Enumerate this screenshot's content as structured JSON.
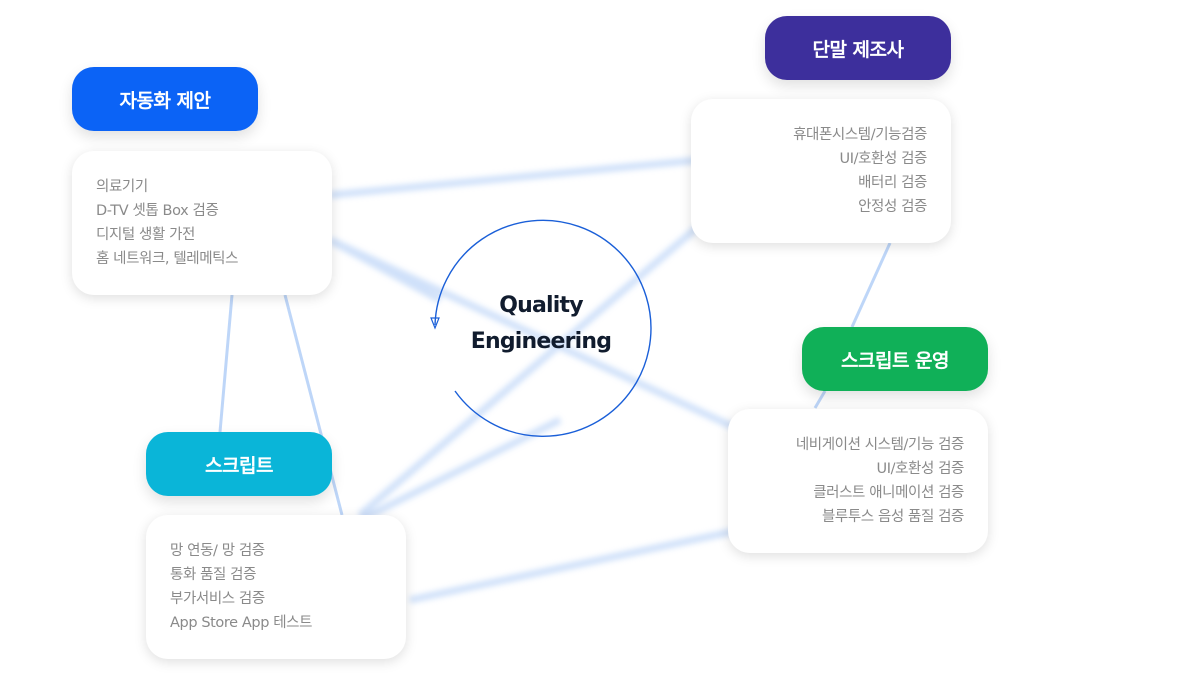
{
  "center": {
    "line1": "Quality",
    "line2": "Engineering",
    "ring_color": "#1a5fd8"
  },
  "groups": {
    "automation": {
      "title": "자동화 제안",
      "color": "#0b63f6",
      "items": [
        "의료기기",
        "D-TV 셋톱 Box 검증",
        "디지털 생활 가전",
        "홈 네트워크, 텔레메틱스"
      ]
    },
    "manufacturer": {
      "title": "단말 제조사",
      "color": "#3d2f9c",
      "items": [
        "휴대폰시스템/기능검증",
        "UI/호환성 검증",
        "배터리 검증",
        "안정성 검증"
      ]
    },
    "script_ops": {
      "title": "스크립트 운영",
      "color": "#10b058",
      "items": [
        "네비게이션 시스템/기능 검증",
        "UI/호환성 검증",
        "클러스트 애니메이션 검증",
        "블루투스 음성 품질 검증"
      ]
    },
    "script": {
      "title": "스크립트",
      "color": "#0ab5d8",
      "items": [
        "망 연동/ 망 검증",
        "통화 품질 검증",
        "부가서비스 검증",
        "App Store App 테스트"
      ]
    }
  }
}
